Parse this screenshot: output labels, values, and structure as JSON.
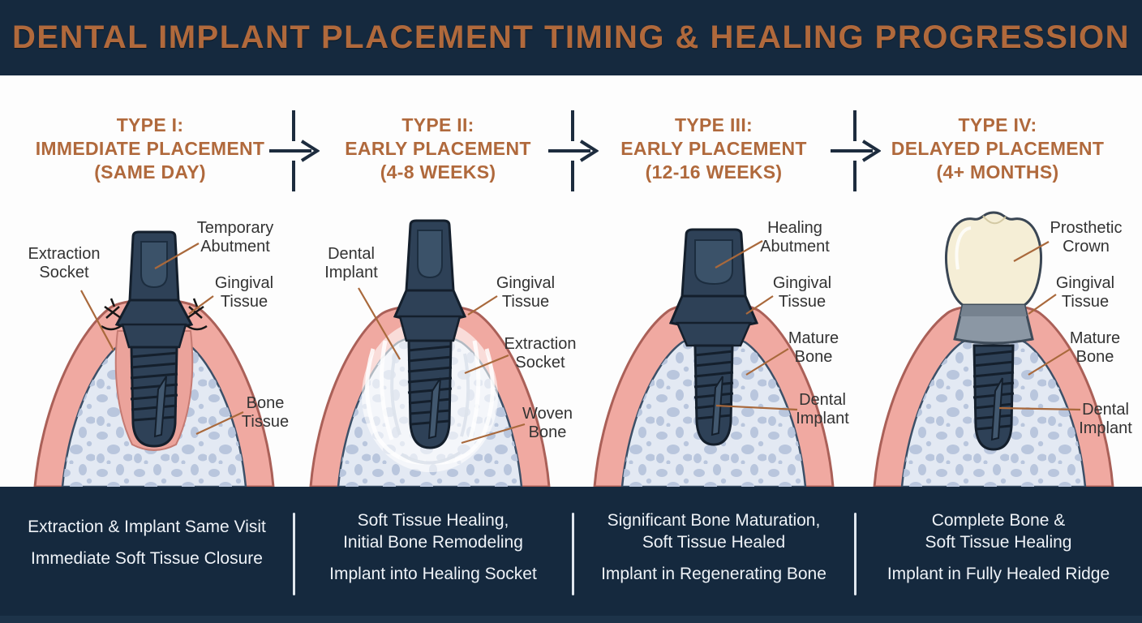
{
  "title": "DENTAL IMPLANT PLACEMENT TIMING & HEALING PROGRESSION",
  "columns": [
    {
      "header": {
        "type": "TYPE I:",
        "name": "IMMEDIATE PLACEMENT",
        "timing": "(SAME DAY)"
      },
      "labels": {
        "a": "Extraction\nSocket",
        "b": "Temporary\nAbutment",
        "c": "Gingival\nTissue",
        "d": "Bone\nTissue"
      },
      "footer": {
        "line1": "Extraction & Implant Same Visit",
        "line2": "Immediate Soft Tissue Closure"
      }
    },
    {
      "header": {
        "type": "TYPE II:",
        "name": "EARLY PLACEMENT",
        "timing": "(4-8 WEEKS)"
      },
      "labels": {
        "a": "Dental\nImplant",
        "b": "Gingival\nTissue",
        "c": "Extraction\nSocket",
        "d": "Woven\nBone"
      },
      "footer": {
        "line1": "Soft Tissue Healing,\nInitial Bone Remodeling",
        "line2": "Implant into Healing Socket"
      }
    },
    {
      "header": {
        "type": "TYPE III:",
        "name": "EARLY PLACEMENT",
        "timing": "(12-16 WEEKS)"
      },
      "labels": {
        "a": "Healing\nAbutment",
        "b": "Gingival\nTissue",
        "c": "Mature\nBone",
        "d": "Dental\nImplant"
      },
      "footer": {
        "line1": "Significant Bone Maturation,\nSoft Tissue Healed",
        "line2": "Implant in Regenerating Bone"
      }
    },
    {
      "header": {
        "type": "TYPE IV:",
        "name": "DELAYED PLACEMENT",
        "timing": "(4+ MONTHS)"
      },
      "labels": {
        "a": "Prosthetic\nCrown",
        "b": "Gingival\nTissue",
        "c": "Mature\nBone",
        "d": "Dental\nImplant"
      },
      "footer": {
        "line1": "Complete Bone &\nSoft Tissue Healing",
        "line2": "Implant in Fully Healed Ridge"
      }
    }
  ],
  "colors": {
    "bar_navy": "#15293e",
    "accent_copper": "#b0693c",
    "implant_navy": "#2e4157",
    "gum_pink": "#f0a9a1",
    "bone_light": "#e3e9f3",
    "bone_spot": "#b9c6dd",
    "crown_cream": "#f5eed6",
    "leader_line": "#a9693c",
    "footer_text": "#eef2f7"
  }
}
